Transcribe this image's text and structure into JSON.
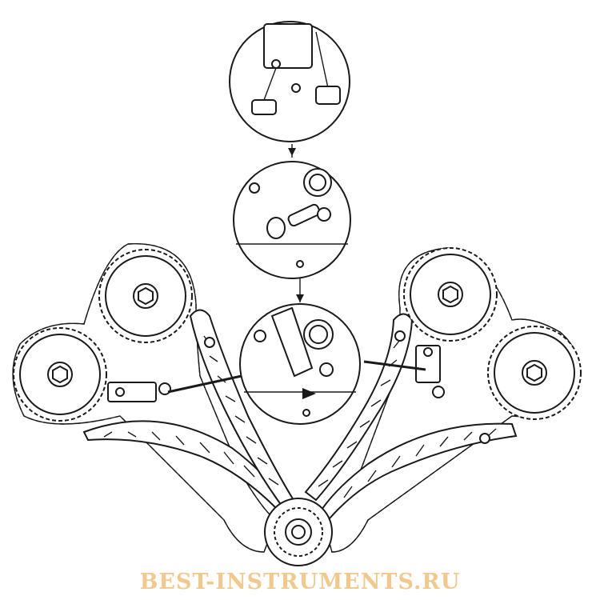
{
  "diagram": {
    "kind": "engine timing chain installation drawing",
    "parts": [
      "exhaust-camshaft-sprocket-left",
      "intake-camshaft-sprocket-left",
      "exhaust-camshaft-sprocket-right",
      "intake-camshaft-sprocket-right",
      "crankshaft-sprocket",
      "timing-chain-left",
      "timing-chain-right",
      "chain-tensioner-left",
      "chain-tensioner-right",
      "tensioner-rail-left",
      "guide-rail-left",
      "tensioner-rail-right",
      "guide-rail-right"
    ],
    "detail_views": [
      "detail-view-top",
      "detail-view-middle",
      "detail-view-bottom"
    ]
  },
  "watermark": {
    "text": "BEST-INSTRUMENTS.RU",
    "color": "#f1c98e"
  },
  "colors": {
    "line": "#1a1a1a",
    "background": "#ffffff"
  }
}
